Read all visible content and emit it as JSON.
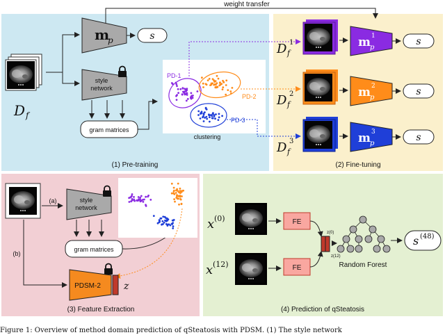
{
  "panels": {
    "pretraining": {
      "caption": "(1) Pre-training",
      "color": "#cde8f2"
    },
    "finetuning": {
      "caption": "(2) Fine-tuning",
      "color": "#fbf0cc"
    },
    "feature_extraction": {
      "caption": "(3) Feature Extraction",
      "color": "#f2cfd4"
    },
    "prediction": {
      "caption": "(4) Prediction of qSteatosis",
      "color": "#e4f0d2"
    }
  },
  "labels": {
    "weight_transfer": "weight transfer",
    "style_network_1": "style",
    "style_network_2": "network",
    "gram_matrices": "gram matrices",
    "clustering": "clustering",
    "pd1": "PD-1",
    "pd2": "PD-2",
    "pd3": "PD-3",
    "mp_label": "m",
    "mp_sub": "p",
    "s_label": "s",
    "df_label": "D",
    "df_sub": "f",
    "arrow_a": "(a)",
    "arrow_b": "(b)",
    "pdsm2": "PDSM-2",
    "z_label": "z",
    "fe1": "FE",
    "fe2": "FE",
    "x0_base": "x",
    "x0_sup": "(0)",
    "x12_base": "x",
    "x12_sup": "(12)",
    "z0": "z(0)",
    "z12": "z(12)",
    "random_forest": "Random Forest",
    "s48_base": "s",
    "s48_sup": "(48)",
    "finetune_sups": [
      "1",
      "2",
      "3"
    ],
    "footer": "Figure 1: Overview of method domain prediction of qSteatosis with PDSM. (1) The style network"
  },
  "colors": {
    "pd1": "#8a2be2",
    "pd2": "#ff8c1a",
    "pd3": "#1f3fd8",
    "fe_box": "#f9a7a0",
    "pdsm_fill": "#f58a1f",
    "tree_node": "#a9a9a9"
  },
  "icons": [
    "lock-icon",
    "mri-slice-image",
    "scatter-plot"
  ]
}
